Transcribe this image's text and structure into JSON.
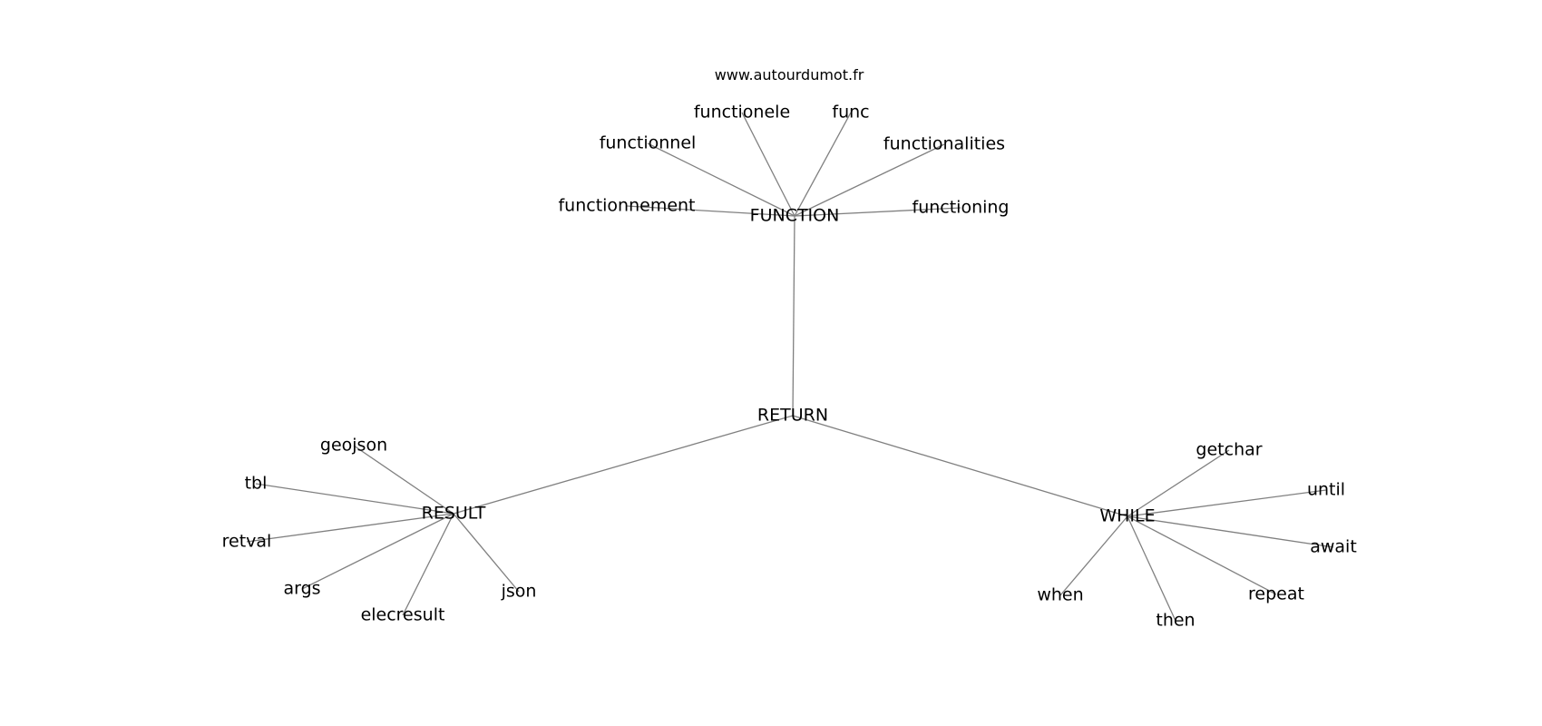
{
  "source": "www.autourdumot.fr",
  "graph": {
    "center": "RETURN",
    "hubs": [
      "FUNCTION",
      "RESULT",
      "WHILE"
    ],
    "nodes": [
      {
        "id": "RETURN",
        "label": "RETURN"
      },
      {
        "id": "FUNCTION",
        "label": "FUNCTION"
      },
      {
        "id": "RESULT",
        "label": "RESULT"
      },
      {
        "id": "WHILE",
        "label": "WHILE"
      },
      {
        "id": "functionele",
        "label": "functionele"
      },
      {
        "id": "func",
        "label": "func"
      },
      {
        "id": "functionnel",
        "label": "functionnel"
      },
      {
        "id": "functionalities",
        "label": "functionalities"
      },
      {
        "id": "functionnement",
        "label": "functionnement"
      },
      {
        "id": "functioning",
        "label": "functioning"
      },
      {
        "id": "geojson",
        "label": "geojson"
      },
      {
        "id": "tbl",
        "label": "tbl"
      },
      {
        "id": "retval",
        "label": "retval"
      },
      {
        "id": "args",
        "label": "args"
      },
      {
        "id": "elecresult",
        "label": "elecresult"
      },
      {
        "id": "json",
        "label": "json"
      },
      {
        "id": "getchar",
        "label": "getchar"
      },
      {
        "id": "until",
        "label": "until"
      },
      {
        "id": "await",
        "label": "await"
      },
      {
        "id": "repeat",
        "label": "repeat"
      },
      {
        "id": "then",
        "label": "then"
      },
      {
        "id": "when",
        "label": "when"
      }
    ],
    "edges": [
      [
        "RETURN",
        "FUNCTION"
      ],
      [
        "RETURN",
        "RESULT"
      ],
      [
        "RETURN",
        "WHILE"
      ],
      [
        "FUNCTION",
        "functionele"
      ],
      [
        "FUNCTION",
        "func"
      ],
      [
        "FUNCTION",
        "functionnel"
      ],
      [
        "FUNCTION",
        "functionalities"
      ],
      [
        "FUNCTION",
        "functionnement"
      ],
      [
        "FUNCTION",
        "functioning"
      ],
      [
        "RESULT",
        "geojson"
      ],
      [
        "RESULT",
        "tbl"
      ],
      [
        "RESULT",
        "retval"
      ],
      [
        "RESULT",
        "args"
      ],
      [
        "RESULT",
        "elecresult"
      ],
      [
        "RESULT",
        "json"
      ],
      [
        "WHILE",
        "getchar"
      ],
      [
        "WHILE",
        "until"
      ],
      [
        "WHILE",
        "await"
      ],
      [
        "WHILE",
        "repeat"
      ],
      [
        "WHILE",
        "then"
      ],
      [
        "WHILE",
        "when"
      ]
    ]
  },
  "colors": {
    "edge": "#808080",
    "text": "#000000",
    "background": "#ffffff"
  }
}
